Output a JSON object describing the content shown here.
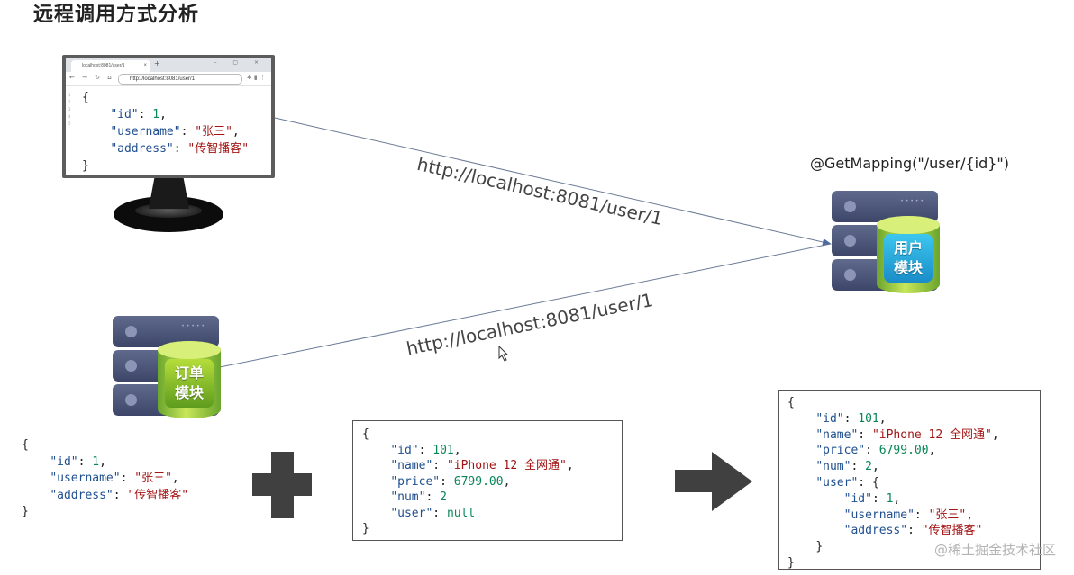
{
  "title": "远程调用方式分析",
  "browser": {
    "tab_title": "localhost:8081/user/1",
    "url": "http://localhost:8081/user/1",
    "line_numbers": "1\n2\n3\n4\n5"
  },
  "user_json": {
    "open": "{",
    "id_key": "\"id\"",
    "id_val": "1",
    "username_key": "\"username\"",
    "username_val": "\"张三\"",
    "address_key": "\"address\"",
    "address_val": "\"传智播客\"",
    "close": "}"
  },
  "arrows": {
    "top_url": "http://localhost:8081/user/1",
    "bottom_url": "http://localhost:8081/user/1"
  },
  "user_module": {
    "mapping": "@GetMapping(\"/user/{id}\")",
    "label_line1": "用户",
    "label_line2": "模块"
  },
  "order_module": {
    "label_line1": "订单",
    "label_line2": "模块"
  },
  "order_json": {
    "open": "{",
    "id_key": "\"id\"",
    "id_val": "101",
    "name_key": "\"name\"",
    "name_val": "\"iPhone 12 全网通\"",
    "price_key": "\"price\"",
    "price_val": "6799.00",
    "num_key": "\"num\"",
    "num_val": "2",
    "user_key": "\"user\"",
    "user_val": "null",
    "close": "}"
  },
  "result_json": {
    "open": "{",
    "id_key": "\"id\"",
    "id_val": "101",
    "name_key": "\"name\"",
    "name_val": "\"iPhone 12 全网通\"",
    "price_key": "\"price\"",
    "price_val": "6799.00",
    "num_key": "\"num\"",
    "num_val": "2",
    "user_key": "\"user\"",
    "user_open": "{",
    "uid_key": "\"id\"",
    "uid_val": "1",
    "uname_key": "\"username\"",
    "uname_val": "\"张三\"",
    "uaddr_key": "\"address\"",
    "uaddr_val": "\"传智播客\"",
    "user_close": "}",
    "close": "}"
  },
  "watermark": "@稀土掘金技术社区",
  "colors": {
    "json_key": "#1f4f8f",
    "json_string": "#a31515",
    "json_number": "#098658",
    "server_body": "#4a5478",
    "db_green": "#8cc63f",
    "label_blue": "#29a9e0",
    "operator": "#404040"
  },
  "icons": [
    "monitor-icon",
    "server-icon",
    "database-icon",
    "plus-icon",
    "arrow-right-icon",
    "mouse-cursor-icon"
  ]
}
